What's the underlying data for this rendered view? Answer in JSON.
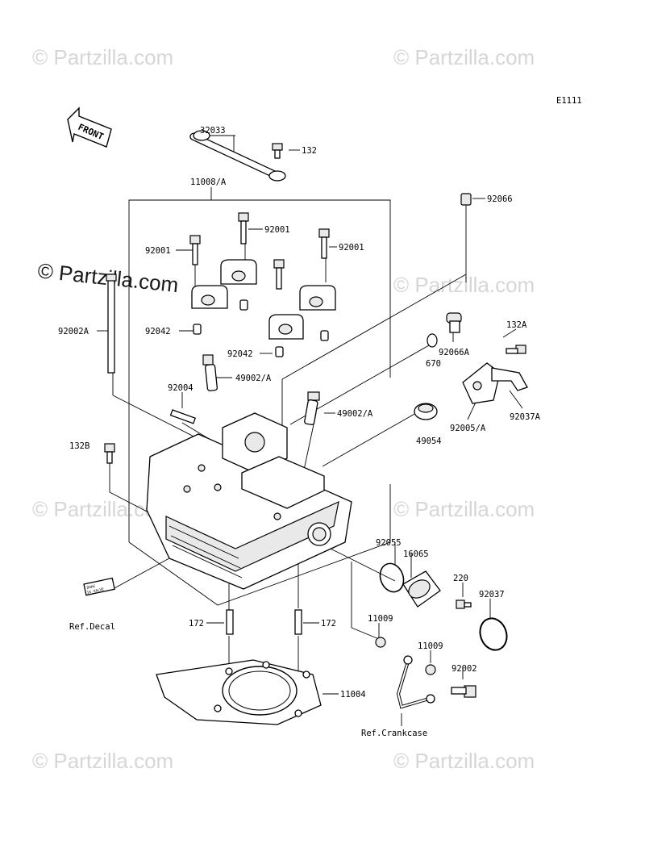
{
  "diagram": {
    "code": "E1111",
    "front_label": "FRONT",
    "watermarks": [
      "© Partzilla.com",
      "© Partzilla.com",
      "© Partzilla.com",
      "© Partzilla.com",
      "© Partzilla.com",
      "© Partzilla.com",
      "© Partzilla.com",
      "© Partzilla.com"
    ],
    "watermark_main": "© Partzilla.com",
    "labels": {
      "p32033": "32033",
      "p132_top": "132",
      "p11008A": "11008/A",
      "p92066": "92066",
      "p92001_left": "92001",
      "p92001_mid": "92001",
      "p92001_right": "92001",
      "p92002A": "92002A",
      "p92042_left": "92042",
      "p92042_mid": "92042",
      "p670": "670",
      "p92066A": "92066A",
      "p132A": "132A",
      "p49002A_upper": "49002/A",
      "p92004": "92004",
      "p49002A_lower": "49002/A",
      "p92037A": "92037A",
      "p92005A": "92005/A",
      "p49054": "49054",
      "p132B": "132B",
      "p92055": "92055",
      "p16065": "16065",
      "p220": "220",
      "p92037": "92037",
      "p11009_a": "11009",
      "p11009_b": "11009",
      "p92002": "92002",
      "p172_left": "172",
      "p172_right": "172",
      "p11004": "11004",
      "ref_decal": "Ref.Decal",
      "ref_crankcase": "Ref.Crankcase"
    },
    "decal_text": [
      "DOHC",
      "16 VALVE"
    ]
  }
}
